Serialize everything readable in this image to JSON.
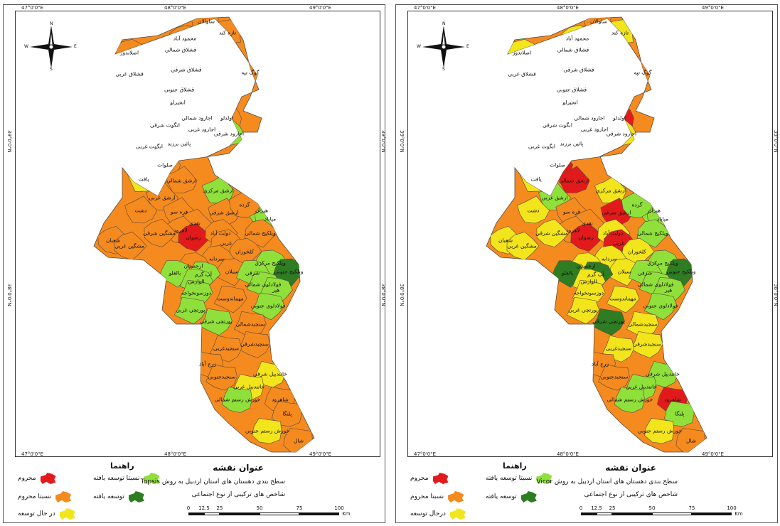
{
  "longitude_ticks": [
    "47°0'0\"E",
    "48°0'0\"E",
    "49°0'0\"E"
  ],
  "latitude_ticks": [
    "39°0'0\"N",
    "38°0'0\"N"
  ],
  "compass": {
    "n": "N",
    "s": "S",
    "e": "E",
    "w": "W"
  },
  "legend": {
    "heading": "راهنما",
    "classes": [
      {
        "key": "m",
        "label": "محروم",
        "color": "#e31a1c"
      },
      {
        "key": "nm",
        "label": "نسبتا محروم",
        "color": "#f58a1f"
      },
      {
        "key": "d",
        "label": "درحال توسعه",
        "color": "#f2e51c"
      },
      {
        "key": "nt",
        "label": "نسبتا توسعه یافته",
        "color": "#8fe03a"
      },
      {
        "key": "t",
        "label": "توسعه یافته",
        "color": "#2e7d22"
      }
    ]
  },
  "maps": [
    {
      "title": "عنوان نقشه",
      "subtitle1": "سطح بندی دهستان های استان اردبیل به روش Topsis",
      "subtitle2": "شاخص های ترکیبی از نوع اجتماعی",
      "legend_dev_label": "در حال توسعه"
    },
    {
      "title": "عنوان نقشه",
      "subtitle1": "سطح بندی دهستان های استان اردبیل به روش Vicor",
      "subtitle2": "شاخص های ترکیبی از نوع اجتماعی",
      "legend_dev_label": "درحال توسعه"
    }
  ],
  "scale": {
    "labels": [
      "0",
      "12.5",
      "25",
      "50",
      "75",
      "100"
    ],
    "unit": "Km"
  },
  "regions": [
    {
      "name": "ساوالان",
      "cls": [
        "nm",
        "nm"
      ]
    },
    {
      "name": "تازه کند",
      "cls": [
        "nm",
        "d"
      ]
    },
    {
      "name": "محمود آباد",
      "cls": [
        "nm",
        "d"
      ]
    },
    {
      "name": "قشلاق شمالی",
      "cls": [
        "nm",
        "nm"
      ]
    },
    {
      "name": "اصلاندوز",
      "cls": [
        "nm",
        "d"
      ]
    },
    {
      "name": "قشلاق شرقی",
      "cls": [
        "nm",
        "nm"
      ]
    },
    {
      "name": "قشلاق غربی",
      "cls": [
        "nm",
        "d"
      ]
    },
    {
      "name": "گوگ تپه",
      "cls": [
        "nm",
        "nm"
      ]
    },
    {
      "name": "قشلاق جنوبی",
      "cls": [
        "nm",
        "d"
      ]
    },
    {
      "name": "انجیرلو",
      "cls": [
        "nm",
        "m"
      ]
    },
    {
      "name": "انگوت شرقی",
      "cls": [
        "d",
        "nt"
      ]
    },
    {
      "name": "اجارود شمالی",
      "cls": [
        "nm",
        "nt"
      ]
    },
    {
      "name": "اولدلو",
      "cls": [
        "nm",
        "m"
      ]
    },
    {
      "name": "اجارود غربی",
      "cls": [
        "nm",
        "d"
      ]
    },
    {
      "name": "اجارود شرقی",
      "cls": [
        "nt",
        "d"
      ]
    },
    {
      "name": "پائین برزند",
      "cls": [
        "nm",
        "d"
      ]
    },
    {
      "name": "انگوت غربی",
      "cls": [
        "nm",
        "m"
      ]
    },
    {
      "name": "صلوات",
      "cls": [
        "nm",
        "m"
      ]
    },
    {
      "name": "یافت",
      "cls": [
        "d",
        "d"
      ]
    },
    {
      "name": "ارشق شمالی",
      "cls": [
        "nm",
        "m"
      ]
    },
    {
      "name": "ارشق مرکزی",
      "cls": [
        "nt",
        "d"
      ]
    },
    {
      "name": "ارشق غربی",
      "cls": [
        "nm",
        "nt"
      ]
    },
    {
      "name": "دشت",
      "cls": [
        "nm",
        "d"
      ]
    },
    {
      "name": "قره سو",
      "cls": [
        "nm",
        "nm"
      ]
    },
    {
      "name": "ارشق شرقی",
      "cls": [
        "nm",
        "m"
      ]
    },
    {
      "name": "هیران",
      "cls": [
        "nt",
        "nt"
      ]
    },
    {
      "name": "گرده",
      "cls": [
        "nm",
        "nt"
      ]
    },
    {
      "name": "میاباد",
      "cls": [
        "nt",
        "nt"
      ]
    },
    {
      "name": "نقدی",
      "cls": [
        "nm",
        "nm"
      ]
    },
    {
      "name": "لاهرود",
      "cls": [
        "nm",
        "nm"
      ]
    },
    {
      "name": "شعبان",
      "cls": [
        "nm",
        "d"
      ]
    },
    {
      "name": "مشگین شرقی",
      "cls": [
        "nm",
        "d"
      ]
    },
    {
      "name": "مشگین غربی",
      "cls": [
        "nm",
        "d"
      ]
    },
    {
      "name": "رضوان",
      "cls": [
        "m",
        "m"
      ]
    },
    {
      "name": "دولت آباد",
      "cls": [
        "nm",
        "d"
      ]
    },
    {
      "name": "غربی",
      "cls": [
        "nm",
        "m"
      ]
    },
    {
      "name": "ویلکیج شمالی",
      "cls": [
        "nm",
        "nt"
      ]
    },
    {
      "name": "کلخوران",
      "cls": [
        "nm",
        "d"
      ]
    },
    {
      "name": "سردابه",
      "cls": [
        "nm",
        "d"
      ]
    },
    {
      "name": "ارجستان",
      "cls": [
        "nm",
        "d"
      ]
    },
    {
      "name": "سبلان",
      "cls": [
        "nm",
        "d"
      ]
    },
    {
      "name": "ویلکیج مرکزی",
      "cls": [
        "nt",
        "nt"
      ]
    },
    {
      "name": "ویلکیج جنوبی",
      "cls": [
        "t",
        "t"
      ]
    },
    {
      "name": "شرقی",
      "cls": [
        "nt",
        "nt"
      ]
    },
    {
      "name": "بالغلو",
      "cls": [
        "nt",
        "t"
      ]
    },
    {
      "name": "آب گرم",
      "cls": [
        "nt",
        "t"
      ]
    },
    {
      "name": "الوارس",
      "cls": [
        "nt",
        "d"
      ]
    },
    {
      "name": "فولادلوی شمالی",
      "cls": [
        "nt",
        "nt"
      ]
    },
    {
      "name": "هیر",
      "cls": [
        "nt",
        "nt"
      ]
    },
    {
      "name": "دوزسونخواجه",
      "cls": [
        "nt",
        "d"
      ]
    },
    {
      "name": "مهماندوست",
      "cls": [
        "nm",
        "d"
      ]
    },
    {
      "name": "فولادلوی جنوبی",
      "cls": [
        "nt",
        "nt"
      ]
    },
    {
      "name": "یورتچی غربی",
      "cls": [
        "nt",
        "d"
      ]
    },
    {
      "name": "یورتچی شرقی",
      "cls": [
        "nt",
        "t"
      ]
    },
    {
      "name": "سنجبدشمالی",
      "cls": [
        "nm",
        "d"
      ]
    },
    {
      "name": "سنجبدشرقی",
      "cls": [
        "nm",
        "d"
      ]
    },
    {
      "name": "سنجبدغربی",
      "cls": [
        "nm",
        "d"
      ]
    },
    {
      "name": "زرج آباد",
      "cls": [
        "nm",
        "nm"
      ]
    },
    {
      "name": "سنجبدجنوبی",
      "cls": [
        "nm",
        "nm"
      ]
    },
    {
      "name": "خانندبیل شرقی",
      "cls": [
        "d",
        "nt"
      ]
    },
    {
      "name": "خانندبیل غربی",
      "cls": [
        "d",
        "nt"
      ]
    },
    {
      "name": "خورش رستم شمالی",
      "cls": [
        "nt",
        "nt"
      ]
    },
    {
      "name": "شاهرود",
      "cls": [
        "nm",
        "m"
      ]
    },
    {
      "name": "پلنگا",
      "cls": [
        "nm",
        "nt"
      ]
    },
    {
      "name": "خورش رستم جنوبی",
      "cls": [
        "d",
        "d"
      ]
    },
    {
      "name": "شال",
      "cls": [
        "nm",
        "nm"
      ]
    }
  ]
}
